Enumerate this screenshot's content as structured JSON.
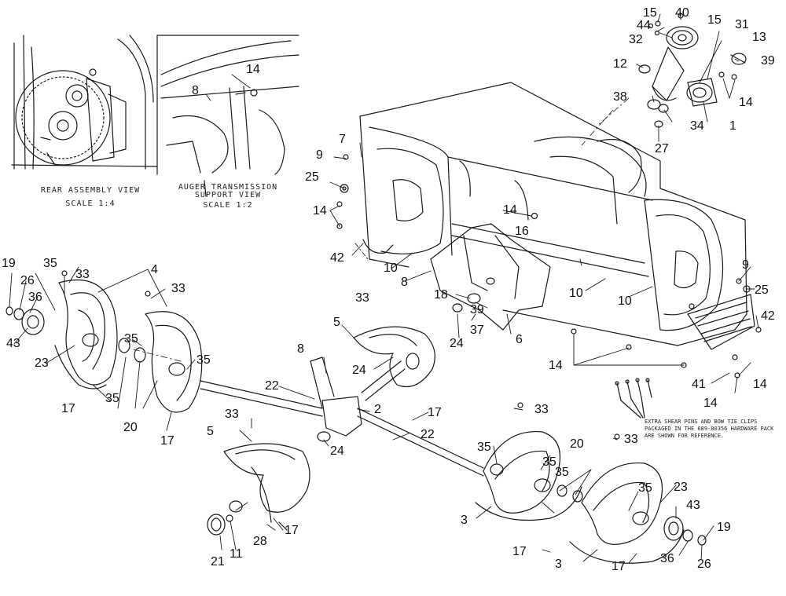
{
  "insets": {
    "rear": {
      "title": "REAR ASSEMBLY VIEW",
      "scale": "SCALE 1:4"
    },
    "support": {
      "title_line1": "AUGER TRANSMISSION",
      "title_line2": "SUPPORT VIEW",
      "scale": "SCALE 1:2"
    }
  },
  "note": {
    "line1": "EXTRA SHEAR PINS AND BOW TIE CLIPS",
    "line2": "PACKAGED IN THE 689-00356 HARDWARE PACK",
    "line3": "ARE SHOWN FOR REFERENCE."
  },
  "callouts": [
    {
      "id": "c15a",
      "text": "15"
    },
    {
      "id": "c40",
      "text": "40"
    },
    {
      "id": "c15b",
      "text": "15"
    },
    {
      "id": "c44",
      "text": "44"
    },
    {
      "id": "c31",
      "text": "31"
    },
    {
      "id": "c32",
      "text": "32"
    },
    {
      "id": "c13",
      "text": "13"
    },
    {
      "id": "c12",
      "text": "12"
    },
    {
      "id": "c39a",
      "text": "39"
    },
    {
      "id": "c38",
      "text": "38"
    },
    {
      "id": "c14a",
      "text": "14"
    },
    {
      "id": "c34",
      "text": "34"
    },
    {
      "id": "c1",
      "text": "1"
    },
    {
      "id": "c27",
      "text": "27"
    },
    {
      "id": "c14b",
      "text": "14"
    },
    {
      "id": "c8a",
      "text": "8"
    },
    {
      "id": "c7",
      "text": "7"
    },
    {
      "id": "c9a",
      "text": "9"
    },
    {
      "id": "c25a",
      "text": "25"
    },
    {
      "id": "c14c",
      "text": "14"
    },
    {
      "id": "c14d",
      "text": "14"
    },
    {
      "id": "c16",
      "text": "16"
    },
    {
      "id": "c42a",
      "text": "42"
    },
    {
      "id": "c10a",
      "text": "10"
    },
    {
      "id": "c8b",
      "text": "8"
    },
    {
      "id": "c9b",
      "text": "9"
    },
    {
      "id": "c25b",
      "text": "25"
    },
    {
      "id": "c10b",
      "text": "10"
    },
    {
      "id": "c10c",
      "text": "10"
    },
    {
      "id": "c18",
      "text": "18"
    },
    {
      "id": "c39b",
      "text": "39"
    },
    {
      "id": "c33a",
      "text": "33"
    },
    {
      "id": "c37",
      "text": "37"
    },
    {
      "id": "c42b",
      "text": "42"
    },
    {
      "id": "c24a",
      "text": "24"
    },
    {
      "id": "c6",
      "text": "6"
    },
    {
      "id": "c14e",
      "text": "14"
    },
    {
      "id": "c41",
      "text": "41"
    },
    {
      "id": "c14f",
      "text": "14"
    },
    {
      "id": "c14g",
      "text": "14"
    },
    {
      "id": "c19a",
      "text": "19"
    },
    {
      "id": "c35a",
      "text": "35"
    },
    {
      "id": "c33b",
      "text": "33"
    },
    {
      "id": "c4",
      "text": "4"
    },
    {
      "id": "c26a",
      "text": "26"
    },
    {
      "id": "c33c",
      "text": "33"
    },
    {
      "id": "c36a",
      "text": "36"
    },
    {
      "id": "c43a",
      "text": "43"
    },
    {
      "id": "c35b",
      "text": "35"
    },
    {
      "id": "c35c",
      "text": "35"
    },
    {
      "id": "c23a",
      "text": "23"
    },
    {
      "id": "c35d",
      "text": "35"
    },
    {
      "id": "c17a",
      "text": "17"
    },
    {
      "id": "c20a",
      "text": "20"
    },
    {
      "id": "c17b",
      "text": "17"
    },
    {
      "id": "c5a",
      "text": "5"
    },
    {
      "id": "c8c",
      "text": "8"
    },
    {
      "id": "c24b",
      "text": "24"
    },
    {
      "id": "c22a",
      "text": "22"
    },
    {
      "id": "c2",
      "text": "2"
    },
    {
      "id": "c17c",
      "text": "17"
    },
    {
      "id": "c33d",
      "text": "33"
    },
    {
      "id": "c33e",
      "text": "33"
    },
    {
      "id": "c5b",
      "text": "5"
    },
    {
      "id": "c24c",
      "text": "24"
    },
    {
      "id": "c22b",
      "text": "22"
    },
    {
      "id": "c35e",
      "text": "35"
    },
    {
      "id": "c20b",
      "text": "20"
    },
    {
      "id": "c33f",
      "text": "33"
    },
    {
      "id": "c35f",
      "text": "35"
    },
    {
      "id": "c35g",
      "text": "35"
    },
    {
      "id": "c3a",
      "text": "3"
    },
    {
      "id": "c35h",
      "text": "35"
    },
    {
      "id": "c23b",
      "text": "23"
    },
    {
      "id": "c43b",
      "text": "43"
    },
    {
      "id": "c28",
      "text": "28"
    },
    {
      "id": "c17d",
      "text": "17"
    },
    {
      "id": "c19b",
      "text": "19"
    },
    {
      "id": "c21",
      "text": "21"
    },
    {
      "id": "c11",
      "text": "11"
    },
    {
      "id": "c17e",
      "text": "17"
    },
    {
      "id": "c36b",
      "text": "36"
    },
    {
      "id": "c26b",
      "text": "26"
    },
    {
      "id": "c17f",
      "text": "17"
    },
    {
      "id": "c3b",
      "text": "3"
    }
  ]
}
